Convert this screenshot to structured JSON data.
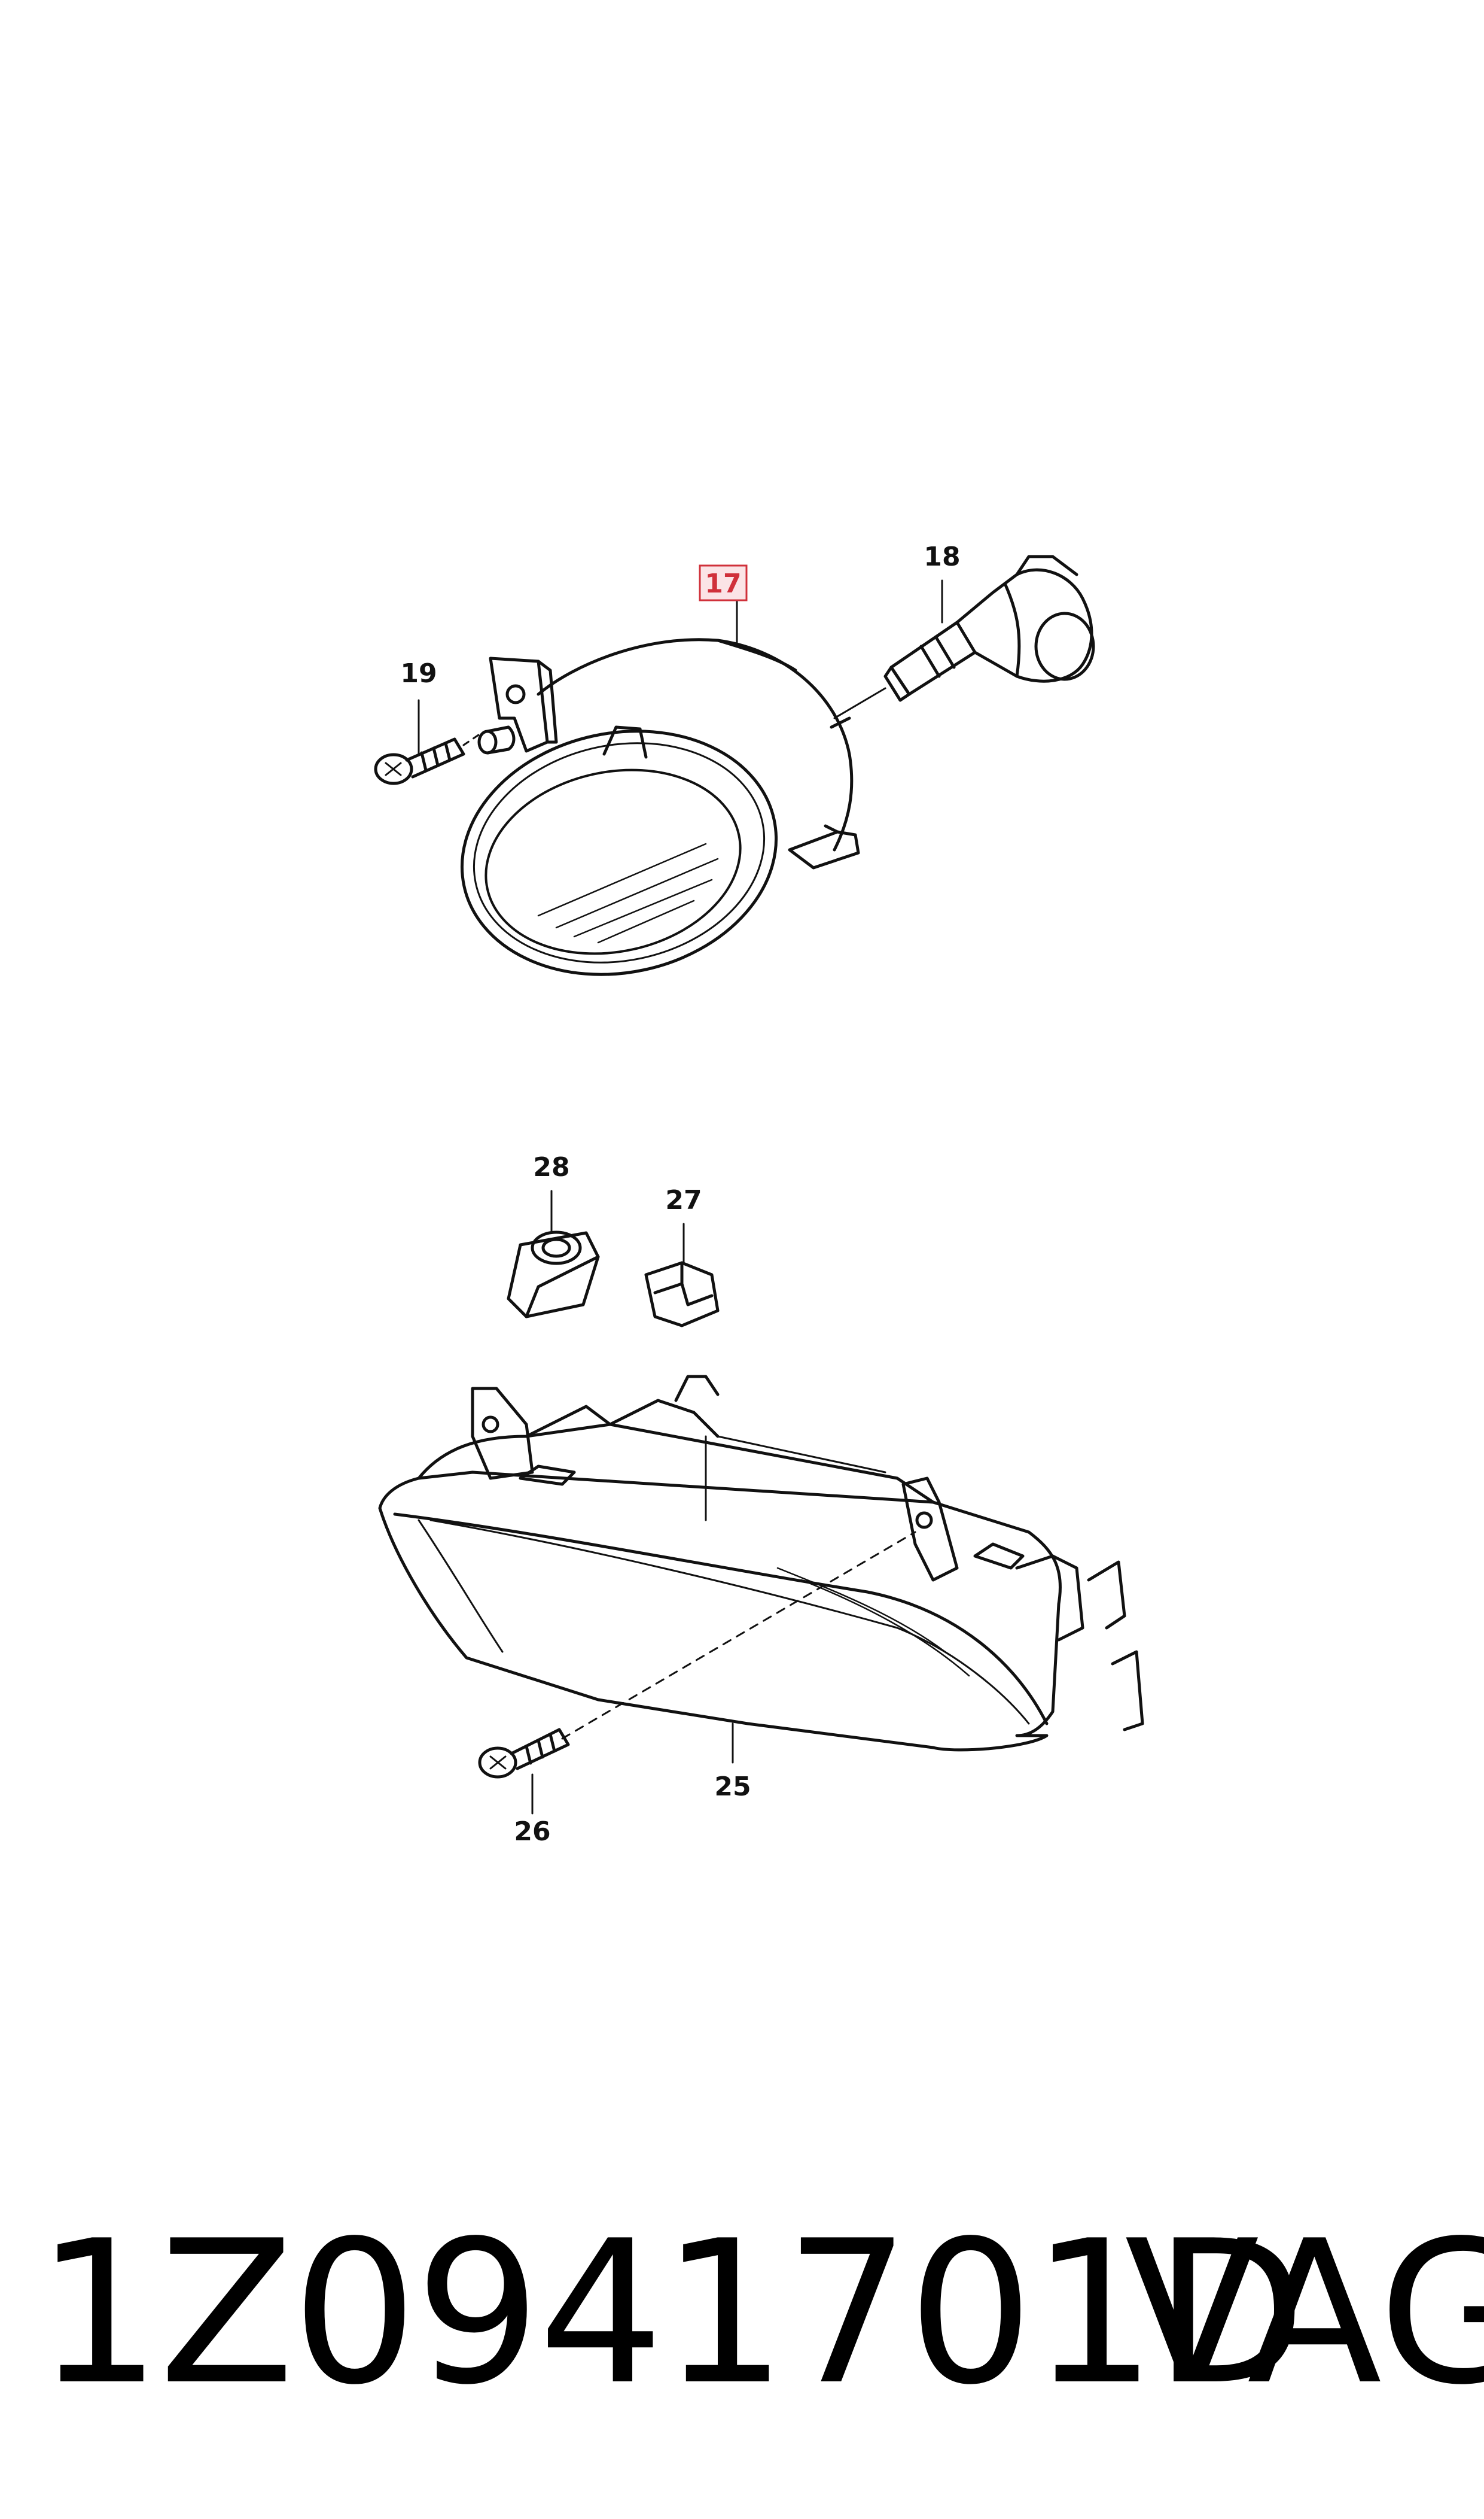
{
  "callouts": {
    "c17": "17",
    "c18": "18",
    "c19": "19",
    "c25": "25",
    "c26": "26",
    "c27": "27",
    "c28": "28"
  },
  "highlight_color": "#d0303a",
  "footer": {
    "part_number": "1Z0941701D",
    "brand": "VAG"
  }
}
